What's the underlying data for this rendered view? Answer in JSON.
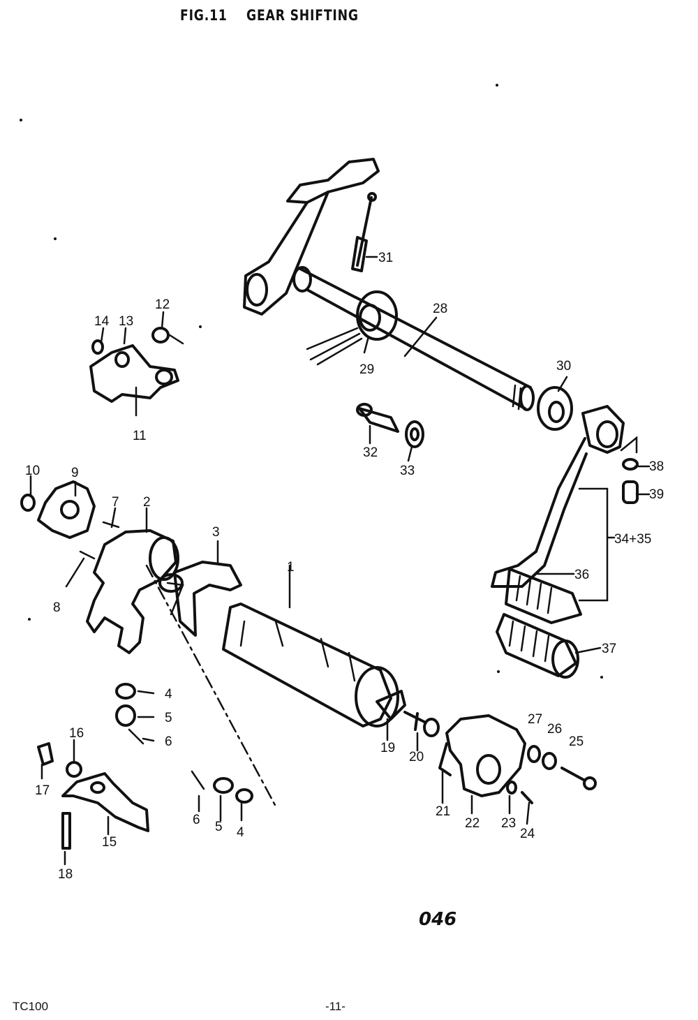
{
  "header": {
    "figure": "FIG.11",
    "title": "GEAR SHIFTING"
  },
  "drawing_code": "046",
  "footer": {
    "model": "TC100",
    "page": "-11-"
  },
  "callouts": [
    "1",
    "2",
    "3",
    "4",
    "5",
    "6",
    "7",
    "8",
    "9",
    "10",
    "11",
    "12",
    "13",
    "14",
    "15",
    "16",
    "17",
    "18",
    "19",
    "20",
    "21",
    "22",
    "23",
    "24",
    "25",
    "26",
    "27",
    "28",
    "29",
    "30",
    "31",
    "32",
    "33",
    "34+35",
    "36",
    "37",
    "38",
    "39",
    "6",
    "5",
    "4"
  ]
}
